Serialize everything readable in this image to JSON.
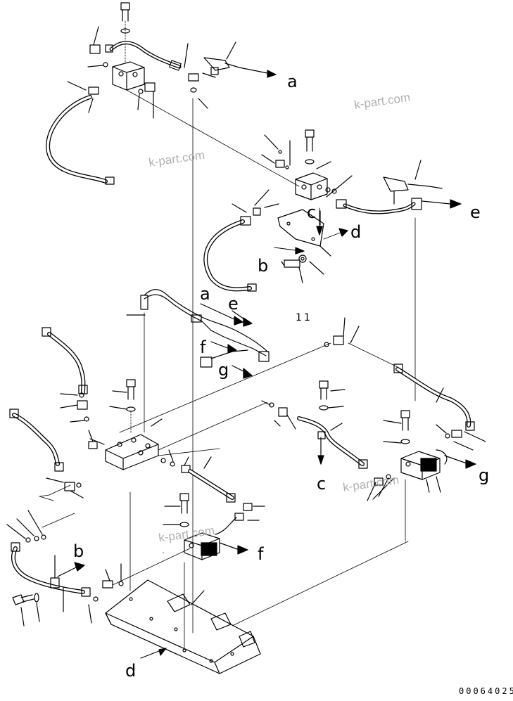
{
  "diagram": {
    "connection_labels": {
      "a_top": "a",
      "a_mid": "a",
      "b_upper": "b",
      "b_lower": "b",
      "c_upper": "c",
      "c_lower": "c",
      "d_upper": "d",
      "d_lower": "d",
      "e_right": "e",
      "e_mid": "e",
      "f_mid": "f",
      "f_lower": "f",
      "g_mid": "g",
      "g_right": "g"
    },
    "part_number": "11",
    "watermarks": [
      "k-part.com",
      "k-part.com",
      "k-part.com",
      "k-part.com"
    ],
    "drawing_code": "00064025"
  }
}
